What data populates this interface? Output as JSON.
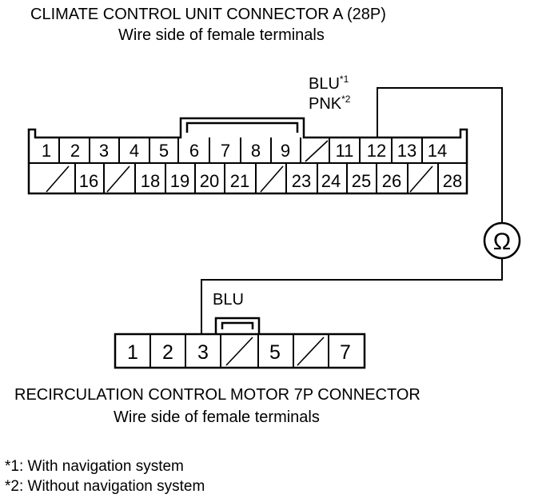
{
  "connector_a": {
    "title": "CLIMATE CONTROL UNIT CONNECTOR A (28P)",
    "subtitle": "Wire side of female terminals",
    "row1": [
      "1",
      "2",
      "3",
      "4",
      "5",
      "6",
      "7",
      "8",
      "9",
      "",
      "11",
      "12",
      "13",
      "14"
    ],
    "row2": [
      "",
      "16",
      "",
      "18",
      "19",
      "20",
      "21",
      "",
      "23",
      "24",
      "25",
      "26",
      "",
      "28"
    ]
  },
  "wire_labels": {
    "top_line1": "BLU",
    "top_sup1": "*1",
    "top_line2": "PNK",
    "top_sup2": "*2",
    "bottom": "BLU"
  },
  "meter_symbol": "Ω",
  "connector_b": {
    "title": "RECIRCULATION CONTROL MOTOR 7P CONNECTOR",
    "subtitle": "Wire side of female terminals",
    "pins": [
      "1",
      "2",
      "3",
      "",
      "5",
      "",
      "7"
    ]
  },
  "notes": [
    "*1: With navigation system",
    "*2: Without navigation system"
  ]
}
